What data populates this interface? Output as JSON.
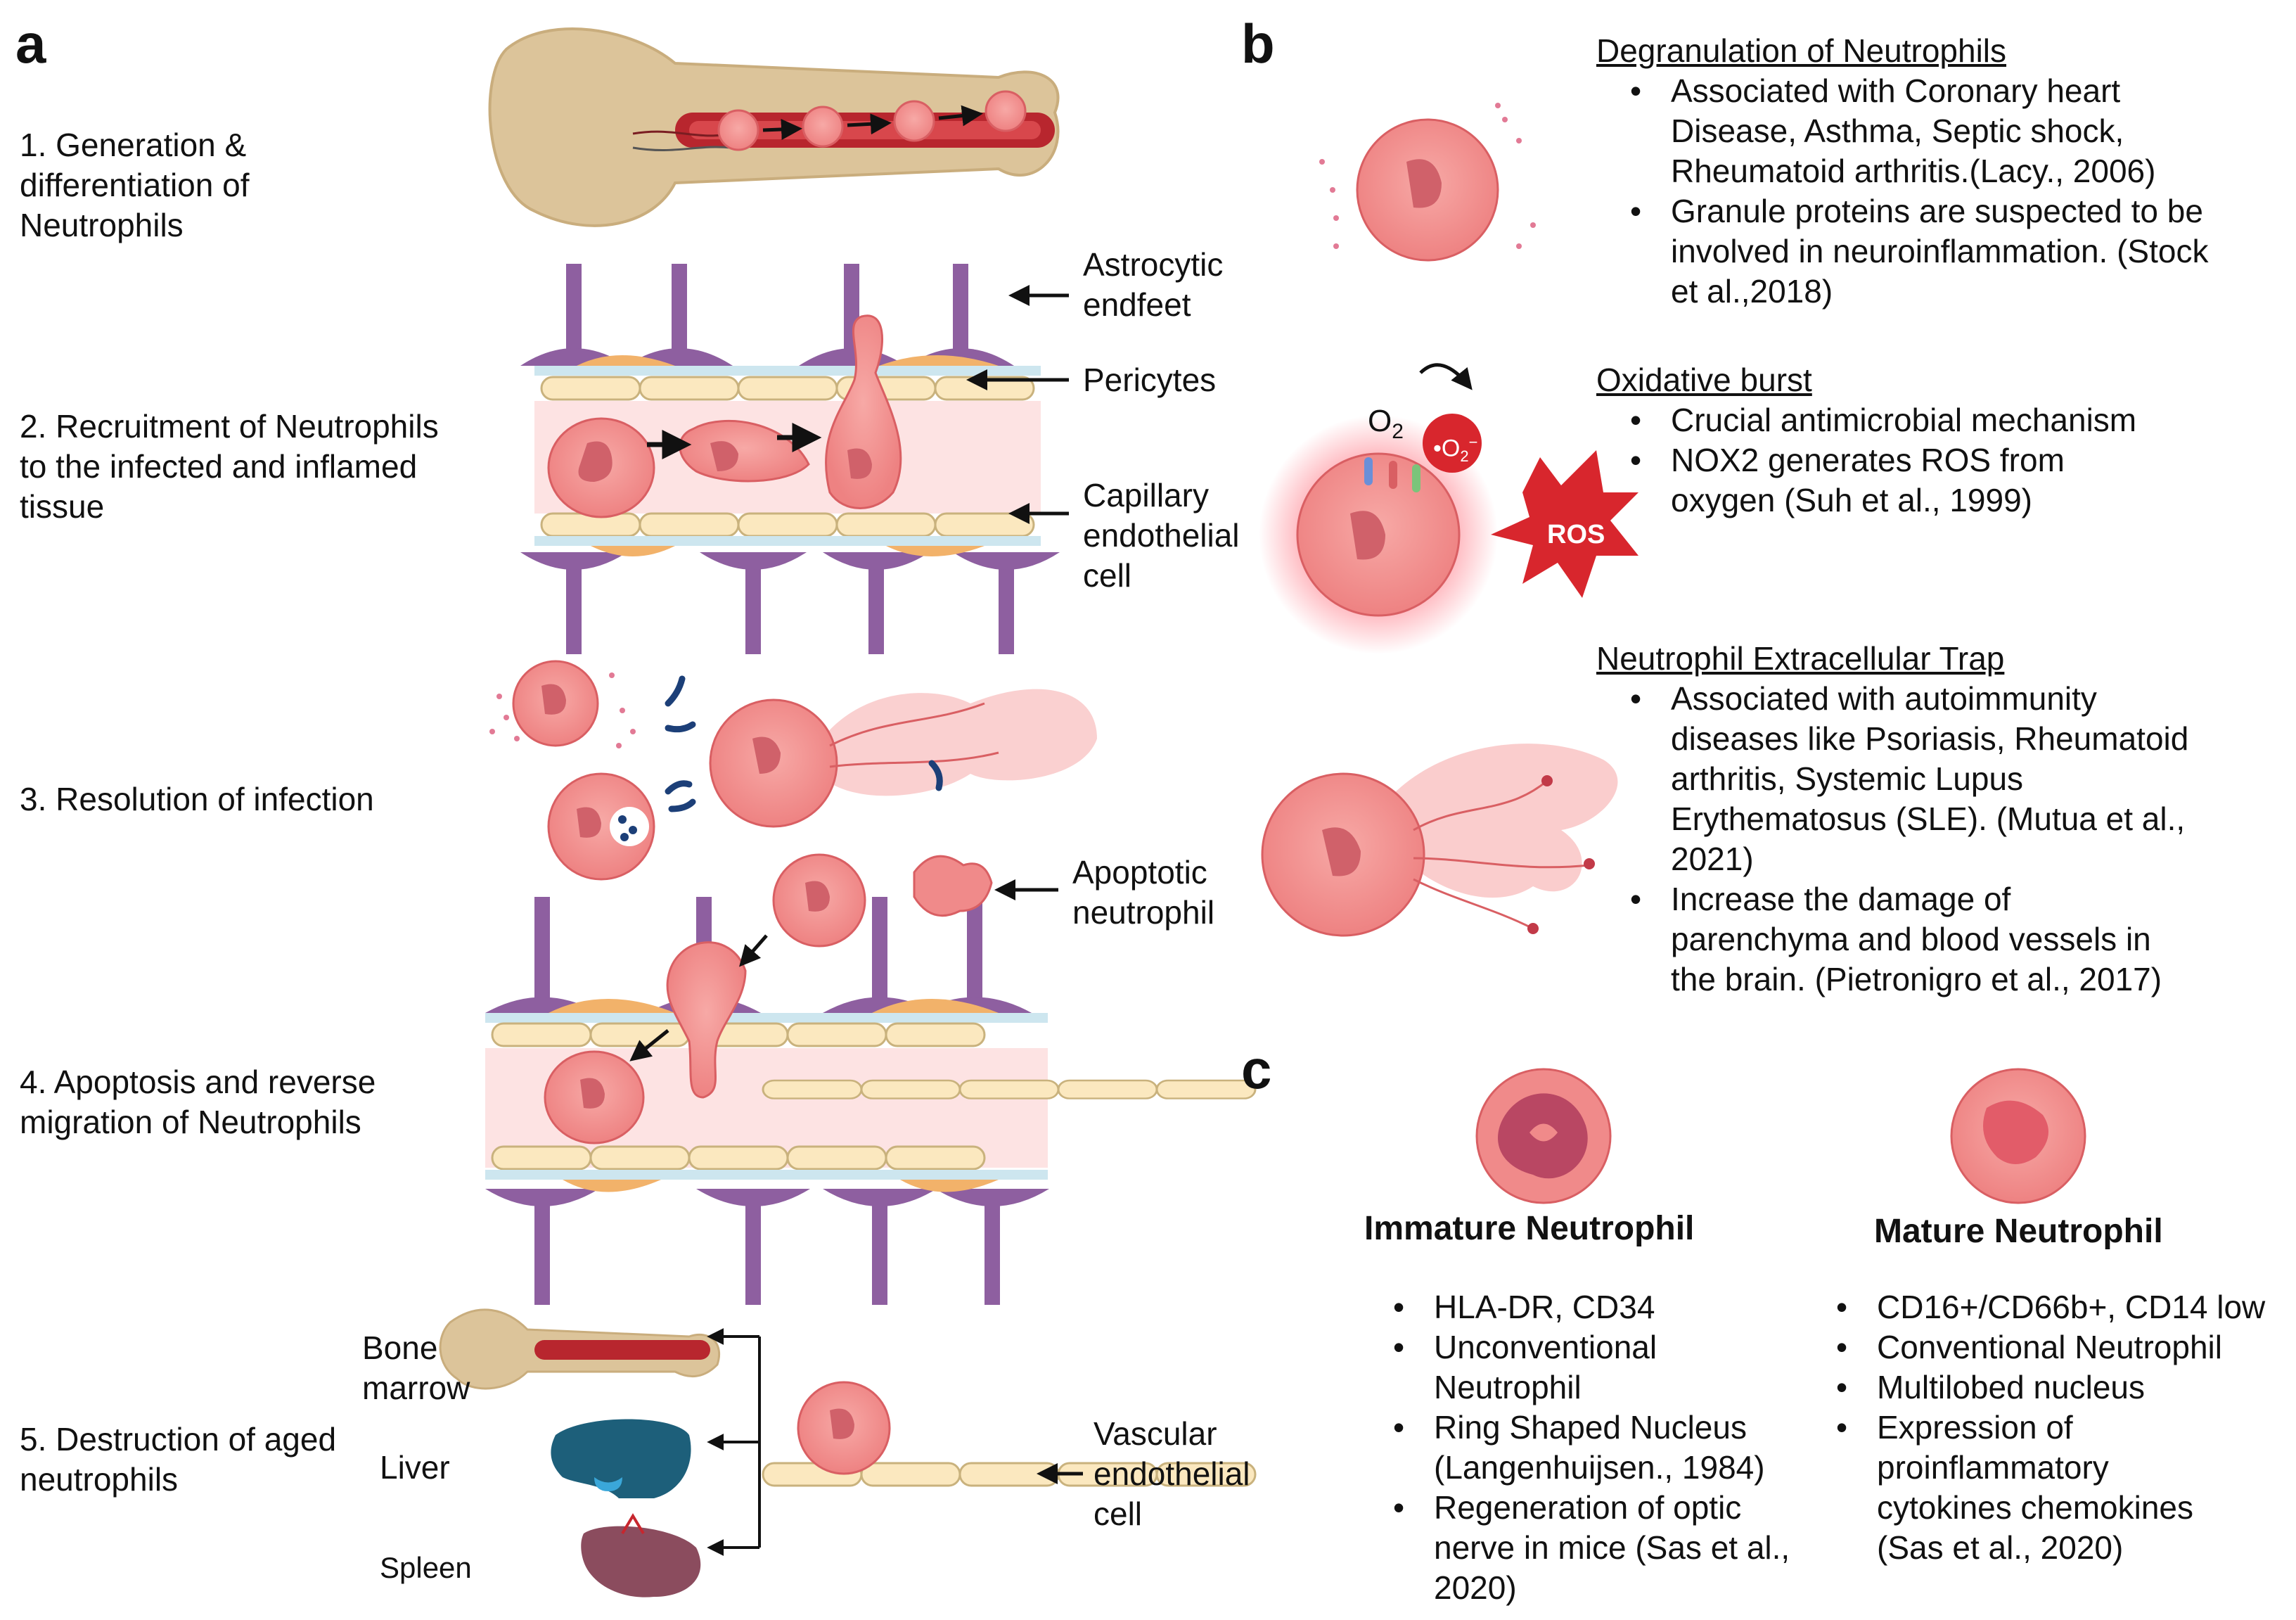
{
  "panels": {
    "a": "a",
    "b": "b",
    "c": "c"
  },
  "steps": [
    [
      "1. Generation &",
      "differentiation of",
      "Neutrophils"
    ],
    [
      "2. Recruitment of Neutrophils",
      " to the infected and inflamed",
      "tissue"
    ],
    [
      "3. Resolution of infection"
    ],
    [
      "4. Apoptosis and reverse",
      "migration of Neutrophils"
    ],
    [
      "5. Destruction of aged",
      "neutrophils"
    ]
  ],
  "labels_a": {
    "astrocytic": [
      "Astrocytic",
      "endfeet"
    ],
    "pericytes": [
      "Pericytes"
    ],
    "capillary": [
      "Capillary",
      "endothelial",
      "cell"
    ],
    "apoptotic": [
      "Apoptotic",
      "neutrophil"
    ],
    "bone_marrow": [
      "Bone",
      "marrow"
    ],
    "liver": [
      "Liver"
    ],
    "spleen": [
      "Spleen"
    ],
    "vascular": [
      "Vascular",
      "endothelial",
      "cell"
    ]
  },
  "panel_b": {
    "degranulation": {
      "heading": "Degranulation of Neutrophils",
      "bullets": [
        [
          "Associated with Coronary heart",
          "Disease, Asthma, Septic shock,",
          "Rheumatoid arthritis.(Lacy., 2006)"
        ],
        [
          "Granule proteins are suspected to be",
          "involved in neuroinflammation. (Stock",
          "et al.,2018)"
        ]
      ]
    },
    "oxidative": {
      "heading": "Oxidative burst",
      "bullets": [
        [
          "Crucial antimicrobial mechanism"
        ],
        [
          "NOX2 generates ROS from",
          "oxygen (Suh et al., 1999)"
        ]
      ]
    },
    "net": {
      "heading": "Neutrophil Extracellular Trap",
      "bullets": [
        [
          "Associated with autoimmunity",
          "diseases like Psoriasis, Rheumatoid",
          "arthritis, Systemic Lupus",
          "Erythematosus (SLE). (Mutua et al.,",
          "2021)"
        ],
        [
          "Increase the damage of",
          "parenchyma and blood vessels in",
          "the brain. (Pietronigro et al., 2017)"
        ]
      ]
    },
    "diagram_text": {
      "o2": "O",
      "o2_sub": "2",
      "superoxide": "•O",
      "superoxide_sub": "2",
      "superoxide_sup": "−",
      "ros": "ROS"
    }
  },
  "panel_c": {
    "immature": {
      "title": "Immature Neutrophil",
      "bullets": [
        [
          "HLA-DR, CD34"
        ],
        [
          "Unconventional",
          "Neutrophil"
        ],
        [
          "Ring Shaped Nucleus",
          "(Langenhuijsen., 1984)"
        ],
        [
          "Regeneration of optic",
          "nerve in mice (Sas et al.,",
          "2020)"
        ]
      ]
    },
    "mature": {
      "title": "Mature Neutrophil",
      "bullets": [
        [
          "CD16+/CD66b+, CD14 low"
        ],
        [
          "Conventional Neutrophil"
        ],
        [
          "Multilobed nucleus"
        ],
        [
          "Expression of",
          "proinflammatory",
          "cytokines chemokines",
          "(Sas et al., 2020)"
        ]
      ]
    }
  },
  "colors": {
    "neutrophil": "#f08a8a",
    "neutrophil_edge": "#d95f63",
    "nucleus": "#d0616a",
    "astrocyte": "#8e5fa0",
    "pericyte": "#f2b26a",
    "endothelial": "#fbe8bf",
    "bone": "#d9bf94",
    "marrow": "#b8262e",
    "liver": "#1d5f7a",
    "spleen": "#8b4c5e",
    "ros": "#d8262d",
    "lumen": "#fde3e3"
  }
}
